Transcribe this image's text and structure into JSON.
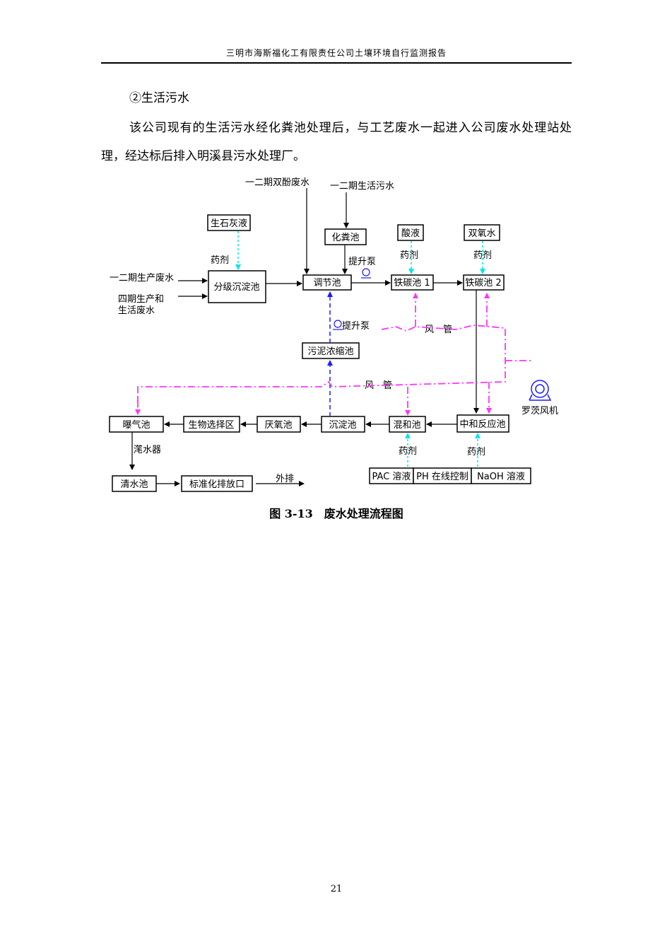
{
  "header": {
    "title": "三明市海斯福化工有限责任公司土壤环境自行监测报告"
  },
  "section": {
    "heading": "②生活污水"
  },
  "body": {
    "paragraph": "该公司现有的生活污水经化粪池处理后，与工艺废水一起进入公司废水处理站处理，经达标后排入明溪县污水处理厂。"
  },
  "diagram": {
    "boxes": {
      "lime": "生石灰液",
      "septic": "化粪池",
      "acid": "酸液",
      "peroxide": "双氧水",
      "settling_grade": "分级沉淀池",
      "regulating": "调节池",
      "fe_c_1": "铁碳池 1",
      "fe_c_2": "铁碳池 2",
      "sludge": "污泥浓缩池",
      "aeration": "曝气池",
      "bio_select": "生物选择区",
      "anoxic": "厌氧池",
      "sediment": "沉淀池",
      "mixing": "混和池",
      "neutral": "中和反应池",
      "clear": "清水池",
      "outfall": "标准化排放口",
      "pac": "PAC 溶液",
      "ph": "PH 在线控制",
      "naoh": "NaOH 溶液"
    },
    "labels": {
      "phenol_ww": "一二期双酚废水",
      "domestic_12": "一二期生活污水",
      "prod_ww": "一二期生产废水",
      "phase4_a": "四期生产和",
      "phase4_b": "生活废水",
      "agent": "药剂",
      "lift_pump": "提升泵",
      "air_pipe": "风　管",
      "blower": "罗茨风机",
      "decanter": "滗水器",
      "discharge": "外排"
    }
  },
  "caption": "图 3-13　废水处理流程图",
  "page_number": "21",
  "colors": {
    "cyan": "#00e5ee",
    "magenta": "#ff33ff",
    "blue": "#1a1aff"
  }
}
